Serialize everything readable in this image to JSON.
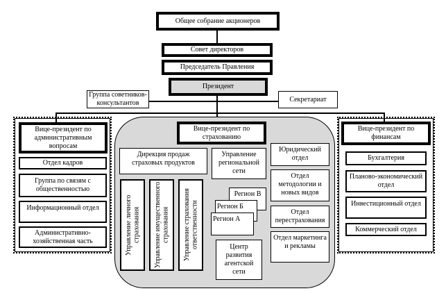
{
  "top": {
    "shareholders": "Общее собрание акционеров",
    "board": "Совет директоров",
    "chairman": "Председатель Правления",
    "president": "Президент",
    "advisors": "Группа советников-консультантов",
    "secretariat": "Секретариат"
  },
  "admin": {
    "title": "Вице-президент по административным вопросам",
    "items": [
      "Отдел кадров",
      "Группа по связям с общественностью",
      "Информационный отдел",
      "Административно-хозяйственная часть"
    ]
  },
  "insurance": {
    "title": "Вице-президент по страхованию",
    "sales": "Дирекция продаж страховых продуктов",
    "sales_units": [
      "Управление личного страхования",
      "Управление имущественного страхования",
      "Управление страхования ответственности"
    ],
    "regional": "Управление региональной сети",
    "regions": [
      "Регион В",
      "Регион Б",
      "Регион А"
    ],
    "agent_center": "Центр развития агентской сети",
    "departments": [
      "Юридический отдел",
      "Отдел методологии и новых видов",
      "Отдел перестрахования",
      "Отдел маркетинга и рекламы"
    ]
  },
  "finance": {
    "title": "Вице-президент по финансам",
    "items": [
      "Бухгалтерия",
      "Планово-экономический отдел",
      "Инвестиционный отдел",
      "Коммерческий отдел"
    ]
  },
  "colors": {
    "president_fill": "#d9d9d9",
    "insurance_block_fill": "#d9d9d9"
  }
}
